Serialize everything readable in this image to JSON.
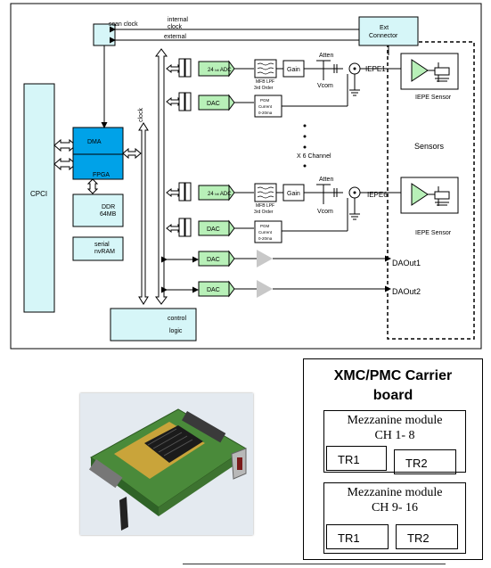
{
  "labels": {
    "scan_clock": "scan clock",
    "internal_clock": "internal\nclock",
    "external": "external",
    "ext_connector": "Ext\nConnector",
    "cpci": "CPCI",
    "dma": "DMA",
    "fpga": "FPGA",
    "ddr": "DDR\n64MB",
    "serial_nvram": "serial\nnvRAM",
    "clock": "clock",
    "control_logic": "control\nlogic",
    "adc": "24 bit ADC",
    "dac": "DAC",
    "mfb_lpf": "MFB LPF\n3rd Order",
    "gain": "Gain",
    "atten": "Atten",
    "vcom": "Vcom",
    "pgm_current": "PGM\nCurrent\n0-20ma",
    "iepe1": "IEPE1",
    "iepe6": "IEPE6",
    "x6_channel": "X 6 Channel",
    "sensors": "Sensors",
    "iepe_sensor": "IEPE Sensor",
    "daout1": "DAOut1",
    "daout2": "DAOut2"
  },
  "carrier": {
    "title": "XMC/PMC Carrier\nboard",
    "modules": [
      {
        "title": "Mezzanine module\nCH 1- 8",
        "tr1": "TR1",
        "tr2": "TR2"
      },
      {
        "title": "Mezzanine module\nCH 9- 16",
        "tr1": "TR1",
        "tr2": "TR2"
      }
    ]
  },
  "colors": {
    "accent_blue": "#00a2e8",
    "light_cyan": "#d6f6f8",
    "green": "#b8f0b8",
    "gray_amp": "#c8c8c8"
  }
}
